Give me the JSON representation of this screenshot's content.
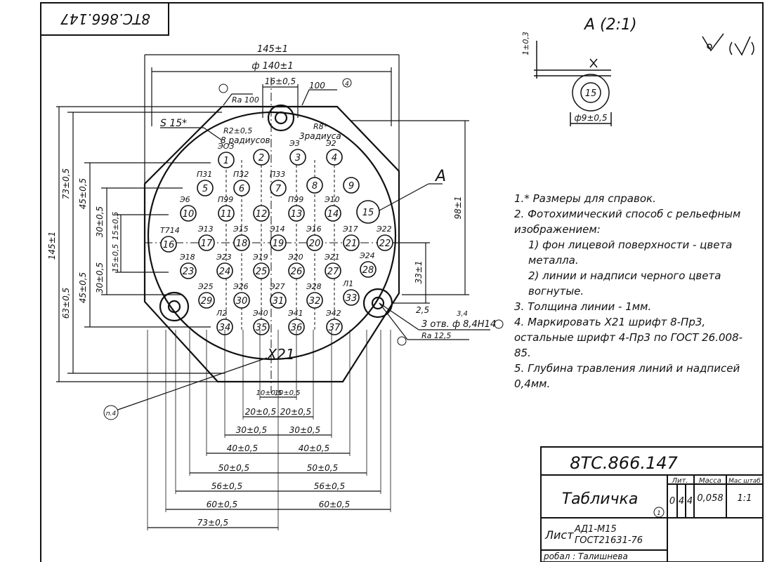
{
  "corner_stamp": "8ТС.866.147",
  "view_label": "А (2:1)",
  "finish_mark": "√ (√)",
  "dims": {
    "overall_width": "145±1",
    "diameter": "ф 140±1",
    "slot": "16±0,5",
    "roughness_100": "100",
    "ra100": "Ra 100",
    "s15": "S 15*",
    "r2": "R2±0,5",
    "r2_note": "8 радиусов",
    "r8": "R8*",
    "r8_note": "3радиуса",
    "height_145": "145±1",
    "d_63": "63±0,5",
    "d_73": "73±0,5",
    "d_45a": "45±0,5",
    "d_45b": "45±0,5",
    "d_30a": "30±0,5",
    "d_30b": "30±0,5",
    "d_15a": "15±0,5",
    "d_15b": "15±0,5",
    "d_98": "98±1",
    "d_33": "33±1",
    "holes": "3 отв. ф 8,4Н14",
    "holes_sup": "3,4",
    "chamfer": "2,5",
    "ra125": "Ra 12,5",
    "label_x21": "X21",
    "callout_p4": "п.4",
    "callout_4": "4",
    "label_A": "А",
    "detail_dim": "ф9±0,5",
    "detail_t": "1±0,3",
    "detail_num": "15"
  },
  "bottom_dims": [
    {
      "left": "10±0,5",
      "right": "10±0,5"
    },
    {
      "left": "20±0,5",
      "right": "20±0,5"
    },
    {
      "left": "30±0,5",
      "right": "30±0,5"
    },
    {
      "left": "40±0,5",
      "right": "40±0,5"
    },
    {
      "left": "50±0,5",
      "right": "50±0,5"
    },
    {
      "left": "56±0,5",
      "right": "56±0,5"
    },
    {
      "left": "60±0,5",
      "right": "60±0,5"
    },
    {
      "left": "73±0,5",
      "right": ""
    }
  ],
  "contacts": [
    {
      "n": "1",
      "l": "ЭОЗ"
    },
    {
      "n": "2",
      "l": ""
    },
    {
      "n": "3",
      "l": "ЭЗ"
    },
    {
      "n": "4",
      "l": "Э2"
    },
    {
      "n": "5",
      "l": "П31"
    },
    {
      "n": "6",
      "l": "П32"
    },
    {
      "n": "7",
      "l": "П33"
    },
    {
      "n": "8",
      "l": ""
    },
    {
      "n": "9",
      "l": ""
    },
    {
      "n": "10",
      "l": "Э6"
    },
    {
      "n": "11",
      "l": "П99"
    },
    {
      "n": "12",
      "l": ""
    },
    {
      "n": "13",
      "l": "П99"
    },
    {
      "n": "14",
      "l": "Э10"
    },
    {
      "n": "15",
      "l": ""
    },
    {
      "n": "16",
      "l": "Т714"
    },
    {
      "n": "17",
      "l": "Э13"
    },
    {
      "n": "18",
      "l": "Э15"
    },
    {
      "n": "19",
      "l": "Э14"
    },
    {
      "n": "20",
      "l": "Э16"
    },
    {
      "n": "21",
      "l": "Э17"
    },
    {
      "n": "22",
      "l": "Э22"
    },
    {
      "n": "23",
      "l": "Э18"
    },
    {
      "n": "24",
      "l": "Э23"
    },
    {
      "n": "25",
      "l": "Э19"
    },
    {
      "n": "26",
      "l": "Э20"
    },
    {
      "n": "27",
      "l": "Э21"
    },
    {
      "n": "28",
      "l": "Э24"
    },
    {
      "n": "29",
      "l": "Э25"
    },
    {
      "n": "30",
      "l": "Э26"
    },
    {
      "n": "31",
      "l": "Э27"
    },
    {
      "n": "32",
      "l": "Э28"
    },
    {
      "n": "33",
      "l": "Л1"
    },
    {
      "n": "34",
      "l": "Л2"
    },
    {
      "n": "35",
      "l": "Э40"
    },
    {
      "n": "36",
      "l": "Э41"
    },
    {
      "n": "37",
      "l": "Э42"
    }
  ],
  "notes": [
    "1.* Размеры для справок.",
    "2. Фотохимический способ с рельефным изображением:",
    "1) фон лицевой поверхности - цвета металла.",
    "2) линии и надписи черного цвета вогнутые.",
    "3. Толщина линии - 1мм.",
    "4. Маркировать X21 шрифт 8-Пр3, остальные шрифт 4-Пр3 по ГОСТ 26.008-85.",
    "5. Глубина травления линий и надписей 0,4мм."
  ],
  "title_block": {
    "doc_number": "8ТС.866.147",
    "name": "Табличка",
    "lit_header": "Лит.",
    "mass_header": "Масса",
    "scale_header": "Мас штаб",
    "lit_values": [
      "0",
      "4",
      "4"
    ],
    "mass": "0,058",
    "scale": "1:1",
    "sheet_label": "Лист",
    "material_1": "АД1-М15",
    "material_2": "ГОСТ21631-76",
    "approved": "робал : Талишнева",
    "callout": "1"
  }
}
